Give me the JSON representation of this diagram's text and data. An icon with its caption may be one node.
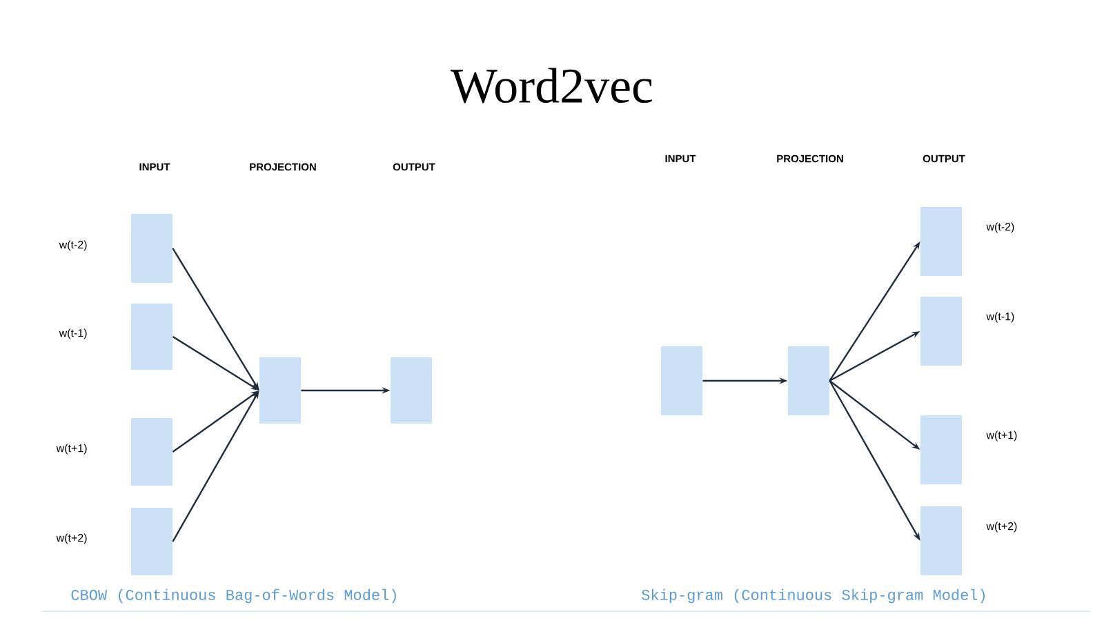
{
  "diagram": {
    "title": "Word2vec",
    "nodes": [
      {
        "text": [],
        "shape": "box",
        "beside": [
          "w(t-2)"
        ]
      },
      {
        "text": [],
        "shape": "box",
        "beside": [
          "w(t-1)"
        ]
      },
      {
        "text": [],
        "shape": "box",
        "beside": [
          "w(t+1)"
        ]
      },
      {
        "text": [],
        "shape": "box",
        "beside": [
          "w(t+2)"
        ]
      },
      {
        "text": [],
        "shape": "box"
      },
      {
        "text": [],
        "shape": "box"
      },
      {
        "text": [],
        "shape": "box"
      },
      {
        "text": [],
        "shape": "box"
      },
      {
        "text": [],
        "shape": "box",
        "beside": [
          "w(t-2)"
        ]
      },
      {
        "text": [],
        "shape": "box",
        "beside": [
          "w(t-1)"
        ]
      },
      {
        "text": [],
        "shape": "box",
        "beside": [
          "w(t+1)"
        ]
      },
      {
        "text": [],
        "shape": "box",
        "beside": [
          "w(t+2)"
        ]
      }
    ],
    "edges": [
      {
        "from": 0,
        "to": 4,
        "arrow": "to"
      },
      {
        "from": 1,
        "to": 4,
        "arrow": "to"
      },
      {
        "from": 2,
        "to": 4,
        "arrow": "to"
      },
      {
        "from": 3,
        "to": 4,
        "arrow": "to"
      },
      {
        "from": 4,
        "to": 5,
        "arrow": "to"
      },
      {
        "from": 6,
        "to": 7,
        "arrow": "to"
      },
      {
        "from": 7,
        "to": 8,
        "arrow": "to"
      },
      {
        "from": 7,
        "to": 9,
        "arrow": "to"
      },
      {
        "from": 7,
        "to": 10,
        "arrow": "to"
      },
      {
        "from": 7,
        "to": 11,
        "arrow": "to"
      }
    ],
    "labels": [
      "INPUT",
      "PROJECTION",
      "OUTPUT",
      "INPUT",
      "PROJECTION",
      "OUTPUT",
      "CBOW (Continuous Bag-of-Words Model)",
      "Skip-gram (Continuous Skip-gram Model)"
    ]
  }
}
